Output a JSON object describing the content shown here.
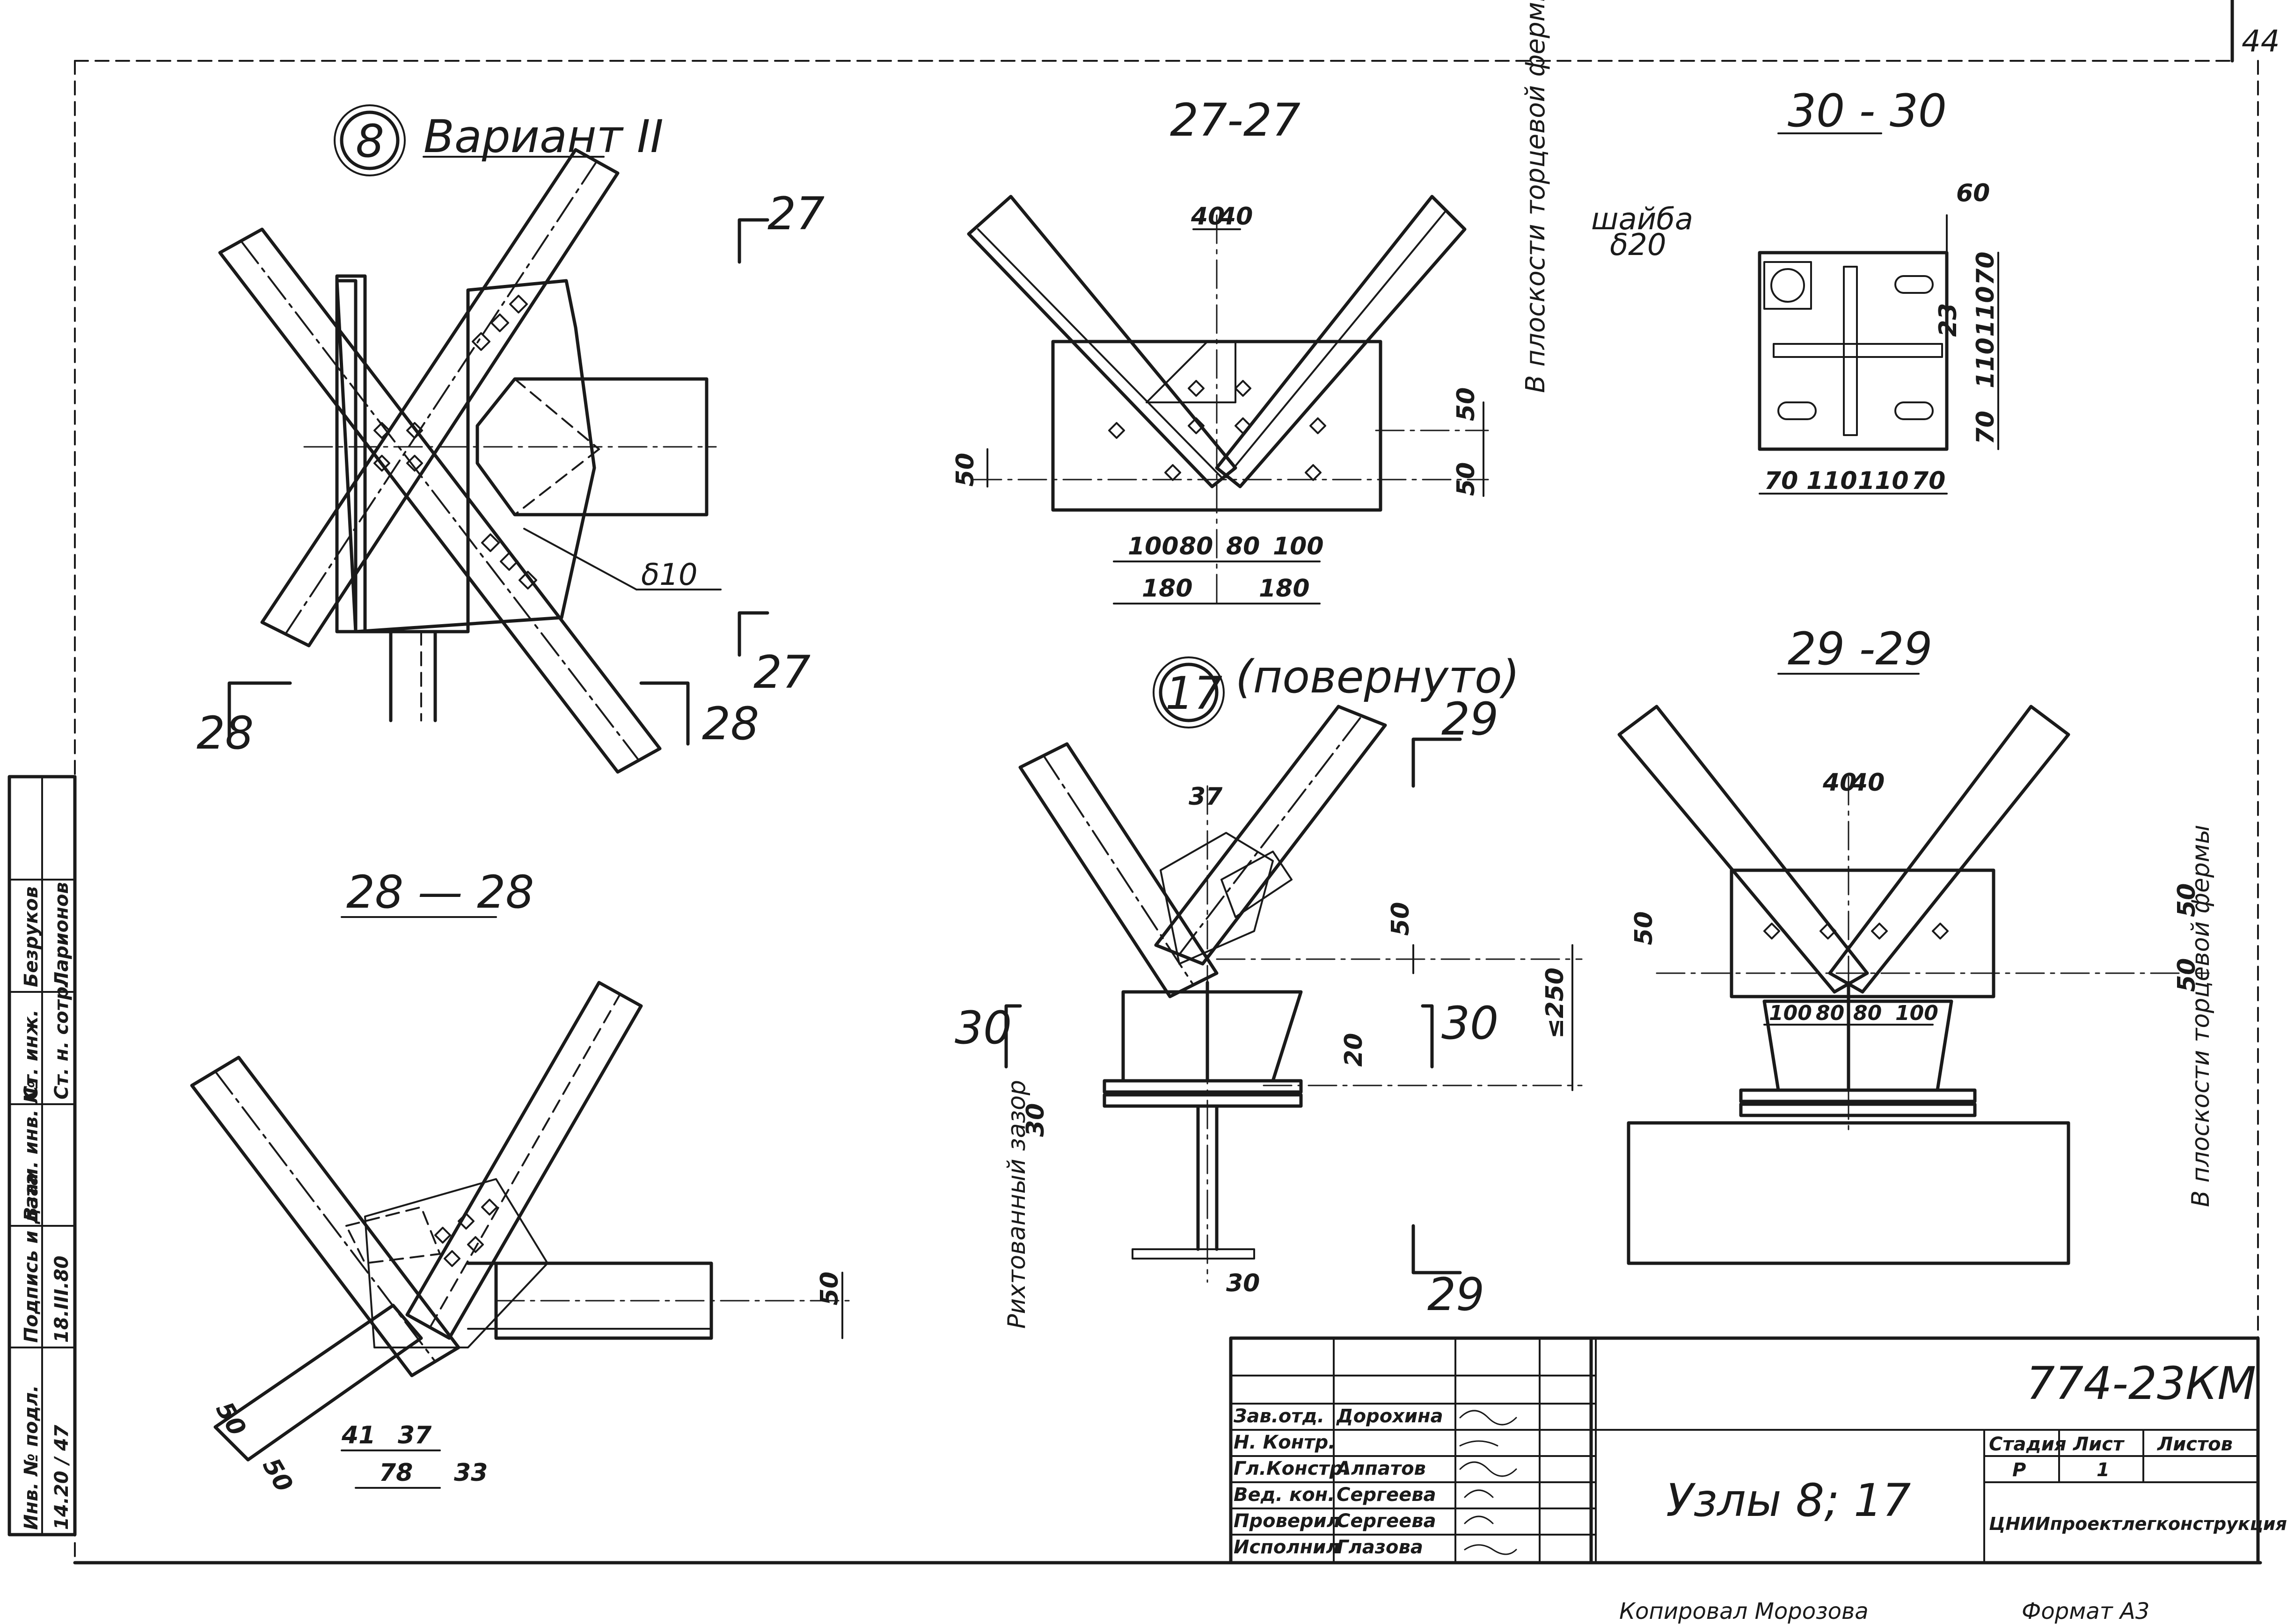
{
  "page_number": "44",
  "node8": {
    "number": "8",
    "label": "Вариант II",
    "plate": "δ10"
  },
  "node17": {
    "number": "17",
    "label": "(повернуто)"
  },
  "sections": {
    "s27": {
      "title": "27-27",
      "mark": "27"
    },
    "s28": {
      "title": "28 — 28",
      "mark": "28"
    },
    "s29": {
      "title": "29 -29",
      "mark": "29"
    },
    "s30": {
      "title": "30 - 30",
      "mark": "30"
    }
  },
  "notes": {
    "washer": "шайба",
    "washer_thickness": "δ20",
    "end_truss_plane": "В плоскости торцевой фермы",
    "milled_gap": "Рихтованный зазор"
  },
  "dimensions": {
    "d40": "40",
    "d50": "50",
    "d60": "60",
    "d70": "70",
    "d80": "80",
    "d100": "100",
    "d110": "110",
    "d180": "180",
    "d23": "23",
    "d37": "37",
    "d41": "41",
    "d33": "33",
    "d78": "78",
    "d30": "30",
    "d20": "20",
    "d250": "≤250"
  },
  "title_block": {
    "code": "774-23КМ",
    "sheet_title": "Узлы 8; 17",
    "organization": "ЦНИИпроектлегконструкция",
    "stage_header": "Стадия",
    "sheet_header": "Лист",
    "sheets_header": "Листов",
    "stage": "Р",
    "sheet": "1",
    "roles": [
      {
        "role": "Зав.отд.",
        "name": "Дорохина"
      },
      {
        "role": "Н. Контр.",
        "name": ""
      },
      {
        "role": "Гл.Констр.",
        "name": "Алпатов"
      },
      {
        "role": "Вед. кон.",
        "name": "Сергеева"
      },
      {
        "role": "Проверил",
        "name": "Сергеева"
      },
      {
        "role": "Исполнил",
        "name": "Глазова"
      }
    ]
  },
  "side_stamp": {
    "inv_no": "Инв. № подл.",
    "sign_date": "Подпись и дата",
    "replaces_inv": "Взам. инв. №",
    "senior_eng": "Ст. инж.",
    "senior_eng_name": "Безруков",
    "tech": "Ст. н. сотр.",
    "tech_name": "Ларионов",
    "inv_value": "14.20 / 47",
    "date_value": "18.III.80"
  },
  "footer": {
    "copied": "Копировал Морозова",
    "format": "Формат А3"
  }
}
